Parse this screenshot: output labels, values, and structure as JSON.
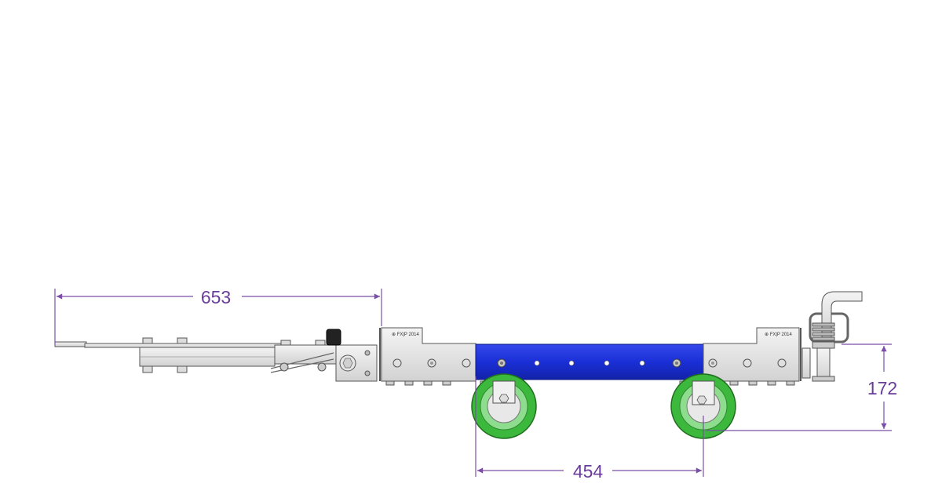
{
  "dimensions": {
    "tow_bar_length": "653",
    "height": "172",
    "wheel_base": "454"
  },
  "labels": {
    "bracket_left_text": "⊕ FX|P 2014",
    "bracket_right_text": "⊕ FX|P 2014"
  },
  "colors": {
    "frame_blue": "#1a2fd6",
    "wheel_green": "#3cb83c",
    "dimension": "#7b4fa8",
    "metal": "#e4e4e4"
  }
}
